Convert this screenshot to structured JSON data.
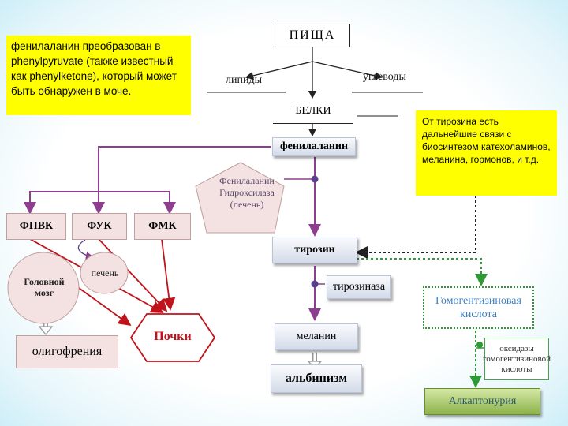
{
  "left_note": "фенилаланин преобразован в phenylpyruvate (также известный как phenylketone), который может быть обнаружен в моче.",
  "right_note": "От тирозина есть дальнейшие связи с биосинтезом катехоламинов, меланина, гормонов, и т.д.",
  "nodes": {
    "food": "ПИЩА",
    "lipids": "липиды",
    "carbs": "углеводы",
    "proteins": "БЕЛКИ",
    "phenylalanine": "фенилаланин",
    "enzyme": "Фенилаланин Гидроксилаза (печень)",
    "fpvk": "ФПВК",
    "fuk": "ФУК",
    "fmk": "ФМК",
    "brain": "Головной мозг",
    "liver": "печень",
    "kidneys": "Почки",
    "oligophrenia": "олигофрения",
    "tyrosine": "тирозин",
    "tyrosinase": "тирозиназа",
    "melanin": "меланин",
    "albinism": "альбинизм",
    "homogentisic": "Гомогентизиновая кислота",
    "oxidase": "оксидазы гомогентизиновой кислоты",
    "alkaptonuria": "Алкаптонурия"
  },
  "colors": {
    "note_bg": "#ffff00",
    "connector_purple": "#8e3e8e",
    "arrow_red": "#c0121a",
    "green_dotted": "#2e9a35",
    "box_blue_top": "#fafbfd",
    "box_blue_bottom": "#d3dbe9",
    "pink_fill": "#f4e2e2",
    "green_fill": "#a7c869"
  }
}
